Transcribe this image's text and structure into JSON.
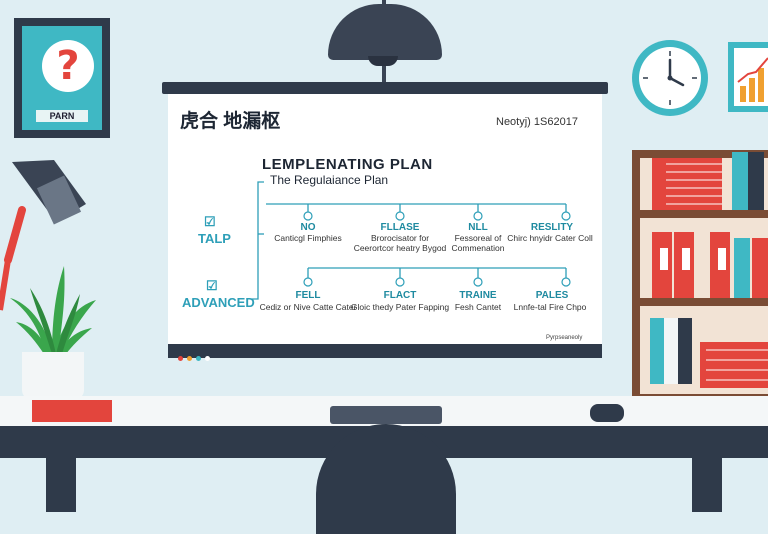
{
  "poster": {
    "symbol": "?",
    "label": "PARN"
  },
  "screen": {
    "title": "虎合 地漏枢",
    "date": "Neotyj) 1S62017",
    "plan_title": "LEMPLENATING PLAN",
    "plan_subtitle": "The Regulaiance Plan",
    "left_labels": [
      {
        "check": "☑",
        "text": "TALP"
      },
      {
        "check": "☑",
        "text": "ADVANCED"
      }
    ],
    "top_row": [
      {
        "title": "NO",
        "desc": "Canticgl Fimphies"
      },
      {
        "title": "FLLASE",
        "desc": "Brorocisator for Ceerortcor heatry Bygod"
      },
      {
        "title": "NLL",
        "desc": "Fessoreal of Commenation"
      },
      {
        "title": "RESLITY",
        "desc": "Chirc hnyidr Cater Coll"
      }
    ],
    "bottom_row": [
      {
        "title": "FELL",
        "desc": "Cediz or Nive Catte Cater"
      },
      {
        "title": "FLACT",
        "desc": "Gloic thedy Pater Fapping"
      },
      {
        "title": "TRAINE",
        "desc": "Fesh Cantet"
      },
      {
        "title": "PALES",
        "desc": "Lnnfe-tal Fire Chpo"
      }
    ],
    "footer_note": "Pyrpseaneoly"
  },
  "colors": {
    "accent": "#2e9fb8",
    "dark": "#2f3a4a",
    "red": "#e3453d",
    "teal": "#3fb8c4"
  }
}
